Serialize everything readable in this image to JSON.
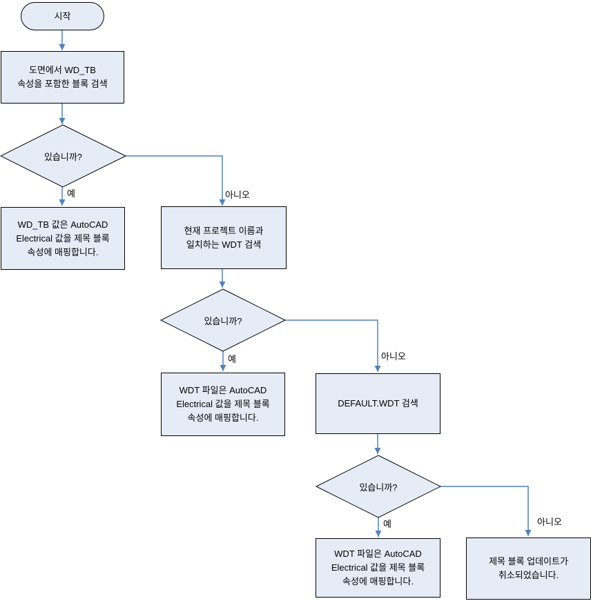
{
  "colors": {
    "node_fill": "#e6ecf6",
    "node_border": "#000000",
    "connector": "#4f81bd",
    "text": "#000000"
  },
  "nodes": {
    "start": {
      "label": "시작"
    },
    "search_wdtb_block": {
      "lines": [
        "도면에서 WD_TB",
        "속성을 포함한 블록 검색"
      ]
    },
    "decision1": {
      "label": "있습니까?"
    },
    "map_wdtb_values": {
      "lines": [
        "WD_TB 값은 AutoCAD",
        "Electrical 값을 제목 블록",
        "속성에 매핑합니다."
      ]
    },
    "search_project_wdt": {
      "lines": [
        "현재 프로젝트 이름과",
        "일치하는 WDT 검색"
      ]
    },
    "decision2": {
      "label": "있습니까?"
    },
    "map_wdt_values_1": {
      "lines": [
        "WDT 파일은 AutoCAD",
        "Electrical 값을 제목 블록",
        "속성에 매핑합니다."
      ]
    },
    "search_default_wdt": {
      "lines": [
        "DEFAULT.WDT 검색"
      ]
    },
    "decision3": {
      "label": "있습니까?"
    },
    "map_wdt_values_2": {
      "lines": [
        "WDT 파일은 AutoCAD",
        "Electrical 값을 제목 블록",
        "속성에 매핑합니다."
      ]
    },
    "update_cancelled": {
      "lines": [
        "제목 블록 업데이트가",
        "취소되었습니다."
      ]
    }
  },
  "edge_labels": {
    "yes1": "예",
    "no1": "아니오",
    "yes2": "예",
    "no2": "아니오",
    "yes3": "예",
    "no3": "아니오"
  }
}
